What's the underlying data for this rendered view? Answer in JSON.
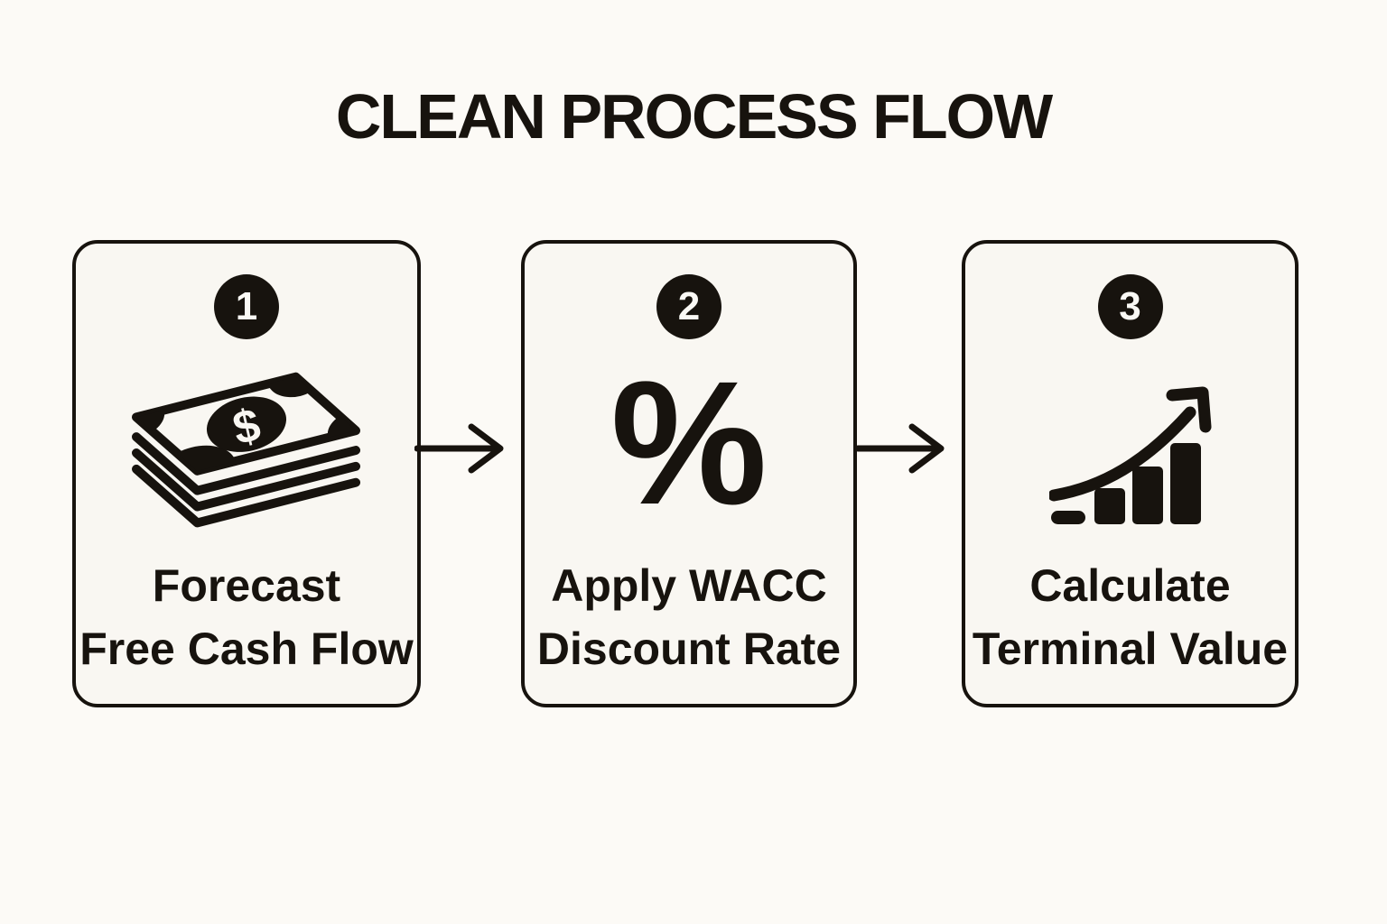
{
  "page": {
    "title": "CLEAN PROCESS FLOW",
    "colors": {
      "background": "#FCFAF6",
      "card_background": "#F9F7F2",
      "ink": "#17130E",
      "badge_text": "#FAF9F5"
    }
  },
  "steps": [
    {
      "number": "1",
      "icon": "money-stack-icon",
      "symbol": "$",
      "label_line1": "Forecast",
      "label_line2": "Free Cash Flow"
    },
    {
      "number": "2",
      "icon": "percent-icon",
      "symbol": "%",
      "label_line1": "Apply WACC",
      "label_line2": "Discount Rate"
    },
    {
      "number": "3",
      "icon": "growth-chart-icon",
      "label_line1": "Calculate",
      "label_line2": "Terminal Value"
    }
  ],
  "connectors": [
    {
      "type": "arrow-right"
    },
    {
      "type": "arrow-right"
    }
  ]
}
